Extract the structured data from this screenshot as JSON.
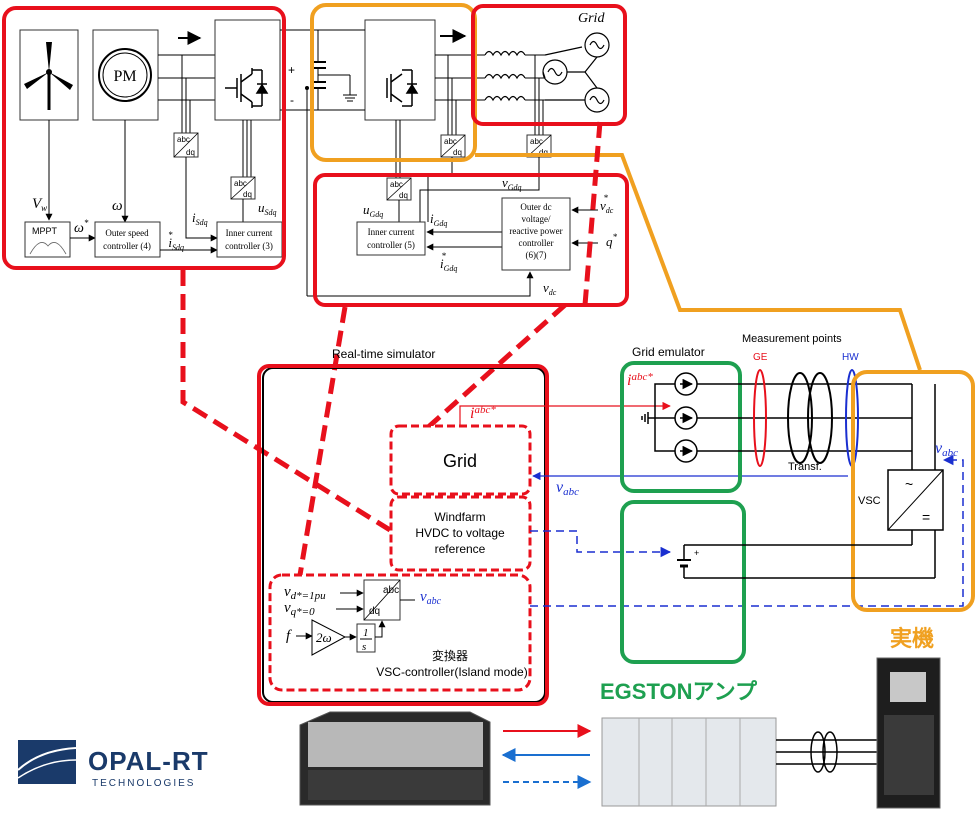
{
  "top": {
    "generator": {
      "pm_label": "PM",
      "vw_label": "V",
      "vw_sub": "w",
      "omega_label": "ω",
      "omega_star": "ω",
      "mppt_label": "MPPT",
      "speed_ctrl_line1": "Outer speed",
      "speed_ctrl_line2": "controller (4)",
      "isdq_star": "i",
      "isdq_star_sub": "Sdq",
      "isdq": "i",
      "isdq_sub": "Sdq",
      "usdq": "u",
      "usdq_sub": "Sdq",
      "inner_ctrl_line1": "Inner current",
      "inner_ctrl_line2": "controller (3)",
      "abc_dq_top": "abc",
      "abc_dq_bottom": "dq"
    },
    "dc_link": {
      "plus": "+",
      "minus": "-"
    },
    "grid_side": {
      "grid_label": "Grid",
      "vgdq": "v",
      "vgdq_sub": "Gdq",
      "ugdq": "u",
      "ugdq_sub": "Gdq",
      "igdq": "i",
      "igdq_sub": "Gdq",
      "igdq_star": "i",
      "igdq_star_sub": "Gdq",
      "inner_ctrl_line1": "Inner current",
      "inner_ctrl_line2": "controller (5)",
      "outer_line1": "Outer dc",
      "outer_line2": "voltage/",
      "outer_line3": "reactive power",
      "outer_line4": "controller",
      "outer_line5": "(6)(7)",
      "vdc_star": "v",
      "vdc_star_sub": "dc",
      "q_star": "q",
      "vdc": "v",
      "vdc_sub": "dc"
    }
  },
  "simulator": {
    "title": "Real-time simulator",
    "grid_block": "Grid",
    "windfarm_line1": "Windfarm",
    "windfarm_line2": "HVDC to voltage",
    "windfarm_line3": "reference",
    "iabc_out": "i",
    "iabc_out_sub": "abc*",
    "vabc_in": "v",
    "vabc_in_sub": "abc",
    "vsc_ctrl": {
      "vd_label": "v",
      "vd_sub": "d*=1pu",
      "vq_label": "v",
      "vq_sub": "q*=0",
      "f_label": "f",
      "two_omega": "2ω",
      "integ_num": "1",
      "integ_den": "s",
      "abc": "abc",
      "dq": "dq",
      "vabc": "v",
      "vabc_sub": "abc",
      "jp_label": "変換器",
      "caption": "VSC-controller(Island mode)"
    }
  },
  "emulator": {
    "title": "Grid emulator",
    "iabc": "i",
    "iabc_sub": "abc*",
    "measurement": "Measurement points",
    "ge": "GE",
    "hw": "HW",
    "transf": "Transf.",
    "vsc": "VSC",
    "vabc": "v",
    "vabc_sub": "abc",
    "tilde": "~",
    "equal": "="
  },
  "bottom": {
    "egston": "EGSTONアンプ",
    "jikki": "実機",
    "opal_name": "OPAL-RT",
    "opal_sub": "TECHNOLOGIES"
  },
  "colors": {
    "red": "#e8101c",
    "orange": "#f0a020",
    "green": "#1ea050",
    "blue": "#1a2fd0",
    "arrow_blue": "#1a6fd0"
  }
}
